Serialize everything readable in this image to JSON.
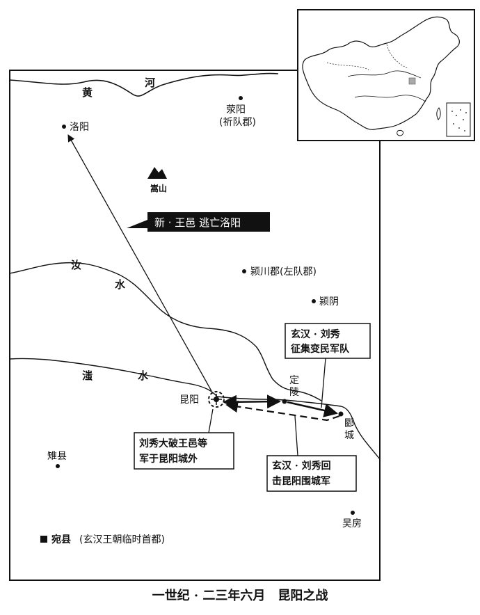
{
  "rivers": {
    "yellow_1": "黄",
    "yellow_2": "河",
    "ru_1": "汝",
    "ru_2": "水",
    "zhi_1": "滍",
    "zhi_2": "水"
  },
  "places": {
    "luoyang": "洛阳",
    "xingyang": "荥阳",
    "xingyang_alias": "(祈队郡)",
    "songshan": "嵩山",
    "yingchuan": "颍川郡(左队郡)",
    "yingyin": "颍阴",
    "dingling_1": "定",
    "dingling_2": "陵",
    "kunyang": "昆阳",
    "yancheng_1": "郾",
    "yancheng_2": "城",
    "zhixian": "雉县",
    "wufang": "吴房",
    "wanxian": "宛县",
    "wanxian_note": "(玄汉王朝临时首都)"
  },
  "callouts": {
    "wangyi_escape": "新 · 王邑 逃亡洛阳",
    "liuxiu_recruit_1": "玄汉 · 刘秀",
    "liuxiu_recruit_2": "征集变民军队",
    "liuxiu_defeat_1": "刘秀大破王邑等",
    "liuxiu_defeat_2": "军于昆阳城外",
    "liuxiu_return_1": "玄汉 · 刘秀回",
    "liuxiu_return_2": "击昆阳围城军"
  },
  "caption": "一世纪 · 二三年六月　昆阳之战",
  "colors": {
    "ink": "#111111",
    "banner": "#111111",
    "paper": "#ffffff",
    "inset_highlight": "#aaaaaa"
  }
}
